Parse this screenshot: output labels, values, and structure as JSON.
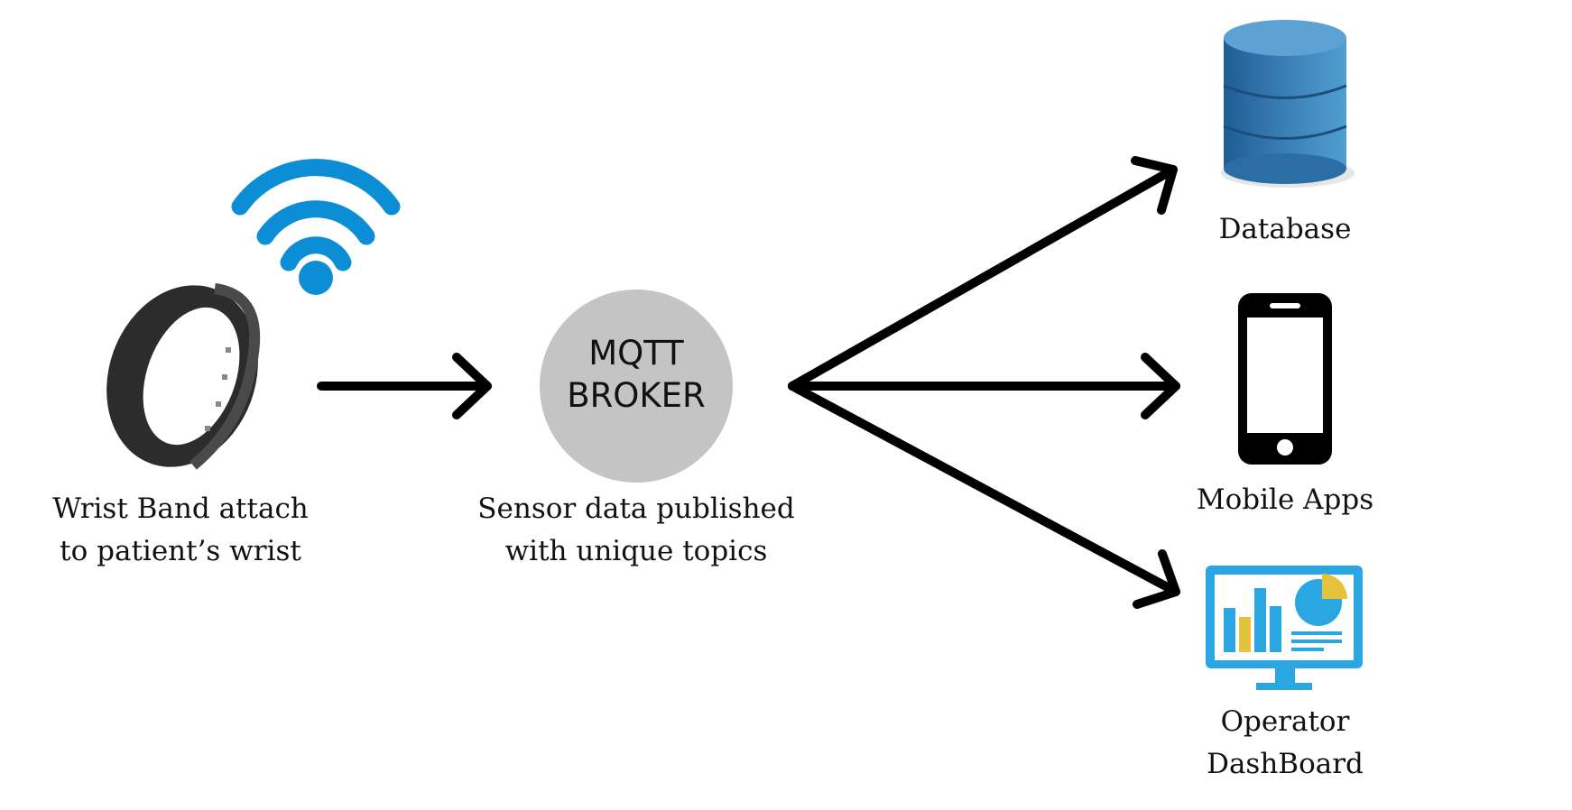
{
  "colors": {
    "background": "#ffffff",
    "arrow": "#000000",
    "wifi": "#0b8ed6",
    "broker_circle": "#c4c4c4",
    "database": "#3a7fb8",
    "dashboard_blue": "#2aa7e3",
    "dashboard_yellow": "#e3c33a",
    "band": "#2c2c2c",
    "phone": "#000000"
  },
  "icons": {
    "wristband": "wristband-icon",
    "wifi": "wifi-icon",
    "database": "database-icon",
    "mobile": "mobile-phone-icon",
    "dashboard": "monitor-dashboard-icon"
  },
  "wristband": {
    "label_line1": "Wrist Band attach",
    "label_line2": "to patient’s wrist"
  },
  "broker": {
    "line1": "MQTT",
    "line2": "BROKER",
    "label_line1": "Sensor data published",
    "label_line2": "with unique topics"
  },
  "targets": {
    "database": "Database",
    "mobile": "Mobile Apps",
    "dashboard_line1": "Operator",
    "dashboard_line2": "DashBoard"
  }
}
